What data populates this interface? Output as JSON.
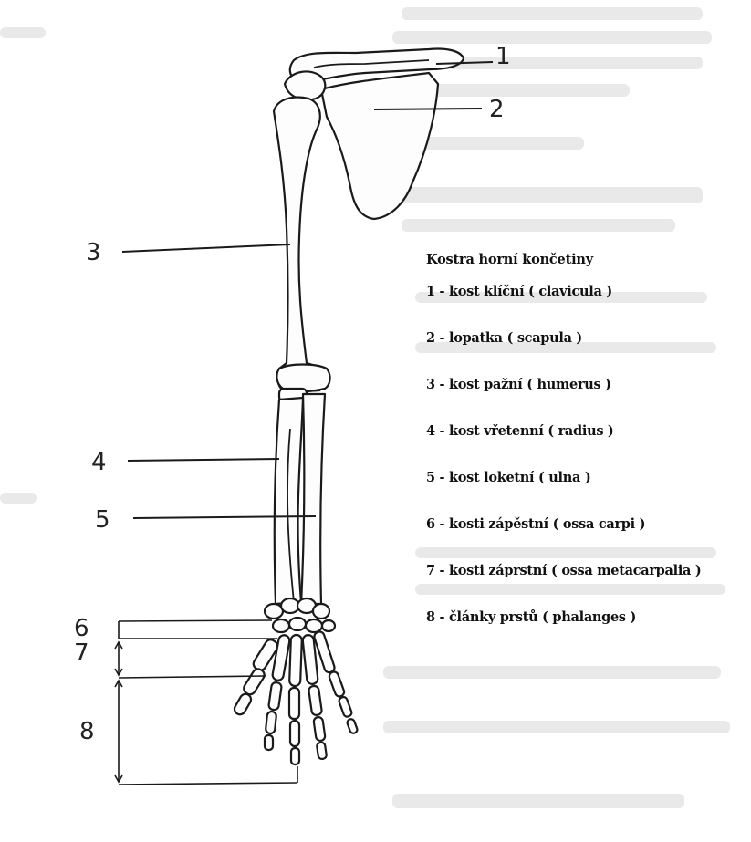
{
  "legend": {
    "title": "Kostra horní končetiny",
    "items": [
      "1 - kost klíční ( clavicula )",
      "2 - lopatka ( scapula )",
      "3 - kost pažní ( humerus )",
      "4 - kost vřetenní ( radius )",
      "5 - kost loketní ( ulna )",
      "6 - kosti zápěstní ( ossa carpi )",
      "7 - kosti záprstní ( ossa metacarpalia )",
      "8 - články prstů ( phalanges )"
    ]
  },
  "callouts": {
    "n1": "1",
    "n2": "2",
    "n3": "3",
    "n4": "4",
    "n5": "5",
    "n6": "6",
    "n7": "7",
    "n8": "8"
  }
}
